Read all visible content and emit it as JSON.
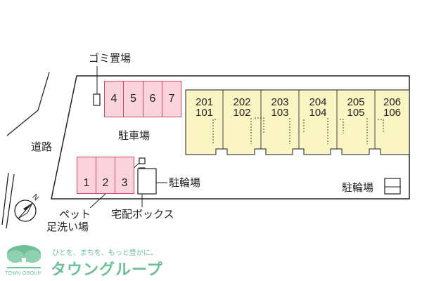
{
  "labels": {
    "garbage": "ゴミ置場",
    "road": "道路",
    "parking": "駐車場",
    "bicycle_left": "駐輪場",
    "bicycle_right": "駐輪場",
    "pet_wash_line1": "ペット",
    "pet_wash_line2": "足洗い場",
    "delivery_box": "宅配ボックス",
    "north": "N"
  },
  "parking_top": [
    "4",
    "5",
    "6",
    "7"
  ],
  "parking_bottom": [
    "1",
    "2",
    "3"
  ],
  "units": [
    {
      "upper": "201",
      "lower": "101"
    },
    {
      "upper": "202",
      "lower": "102"
    },
    {
      "upper": "203",
      "lower": "103"
    },
    {
      "upper": "204",
      "lower": "104"
    },
    {
      "upper": "205",
      "lower": "105"
    },
    {
      "upper": "206",
      "lower": "106"
    }
  ],
  "brand": {
    "tagline": "ひとを、まちを、もっと豊かに。",
    "name": "タウングループ",
    "name_en": "TOWN GROUP"
  },
  "colors": {
    "parking_fill": "#fbd3dc",
    "parking_border": "#c94a63",
    "building_fill": "#fbf4c3",
    "brand_green": "#6fbf98"
  }
}
